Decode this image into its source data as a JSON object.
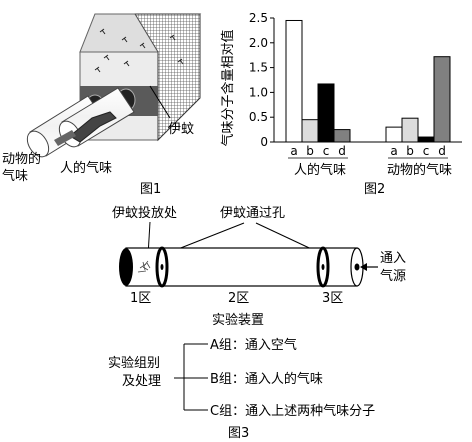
{
  "figure1": {
    "caption": "图1",
    "label_animal_smell": "动物的",
    "label_animal_smell_2": "气味",
    "label_human_smell": "人的气味",
    "label_mosquito": "伊蚊"
  },
  "figure2": {
    "caption": "图2",
    "y_axis_label": "气味分子含量相对值",
    "group_labels": [
      "人的气味",
      "动物的气味"
    ],
    "bar_letters": [
      "a",
      "b",
      "c",
      "d"
    ]
  },
  "chart_data": {
    "type": "bar",
    "ylim": [
      0,
      2.5
    ],
    "yticks": [
      "0",
      "0.5",
      "1.0",
      "1.5",
      "2.0",
      "2.5"
    ],
    "categories": [
      "人的气味",
      "动物的气味"
    ],
    "series": [
      {
        "name": "a",
        "values": [
          2.45,
          0.3
        ],
        "color": "#ffffff"
      },
      {
        "name": "b",
        "values": [
          0.45,
          0.48
        ],
        "color": "#dcdcdc"
      },
      {
        "name": "c",
        "values": [
          1.17,
          0.1
        ],
        "color": "#000000"
      },
      {
        "name": "d",
        "values": [
          0.25,
          1.72
        ],
        "color": "#808080"
      }
    ]
  },
  "figure3": {
    "caption": "图3",
    "label_release_site": "伊蚊投放处",
    "label_holes": "伊蚊通过孔",
    "label_inlet_1": "通入",
    "label_inlet_2": "气源",
    "zones": [
      "1区",
      "2区",
      "3区"
    ],
    "device_label": "实验装置",
    "group_title_1": "实验组别",
    "group_title_2": "及处理",
    "groups": [
      "A组：通入空气",
      "B组：通入人的气味",
      "C组：通入上述两种气味分子"
    ]
  }
}
